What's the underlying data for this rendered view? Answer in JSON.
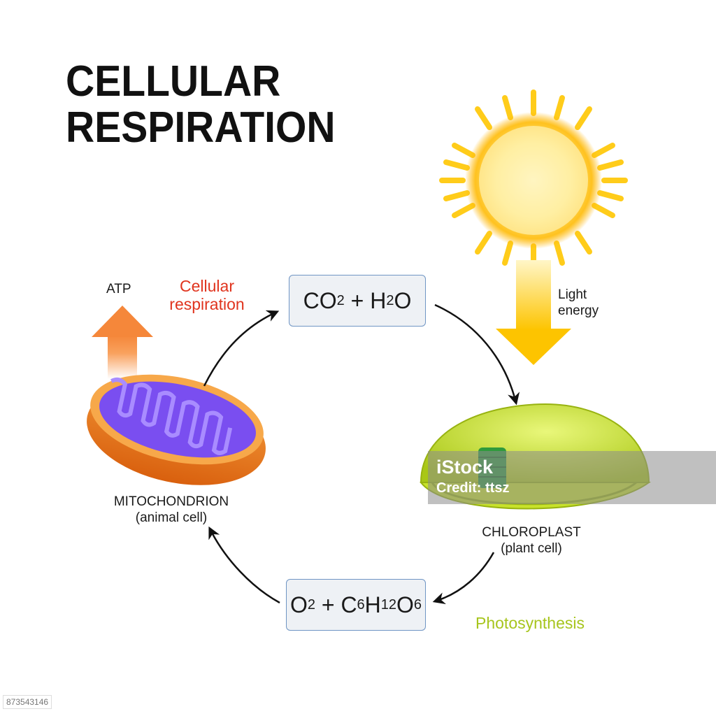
{
  "title": {
    "line1": "CELLULAR",
    "line2": "RESPIRATION"
  },
  "nodes": {
    "top_box": {
      "a": "CO",
      "a_sub": "2",
      "plus": " + H",
      "b_sub": "2",
      "b": "O"
    },
    "bottom_box": {
      "a": "O",
      "a_sub": "2",
      "plus": " + C",
      "c_sub": "6",
      "h": "H",
      "h_sub": "12",
      "o": "O",
      "o_sub": "6"
    }
  },
  "labels": {
    "atp": "ATP",
    "cellular_respiration_line1": "Cellular",
    "cellular_respiration_line2": "respiration",
    "light_energy_line1": "Light",
    "light_energy_line2": "energy",
    "mitochondrion_line1": "MITOCHONDRION",
    "mitochondrion_line2": "(animal cell)",
    "chloroplast_line1": "CHLOROPLAST",
    "chloroplast_line2": "(plant cell)",
    "photosynthesis": "Photosynthesis"
  },
  "watermark": {
    "line1": "iStock",
    "line2": "Credit: ttsz"
  },
  "stock_id": "873543146",
  "colors": {
    "respiration_label": "#e0341e",
    "photosynthesis_label": "#a7c51d",
    "atp_arrow": "#f5873a",
    "light_arrow": "#fdc400",
    "sun": "#ffd23a",
    "mitochondrion_outer": "#e8731a",
    "mitochondrion_inner": "#7a4ef0",
    "chloroplast": "#c9e52a",
    "box_border": "#6f95c4"
  }
}
